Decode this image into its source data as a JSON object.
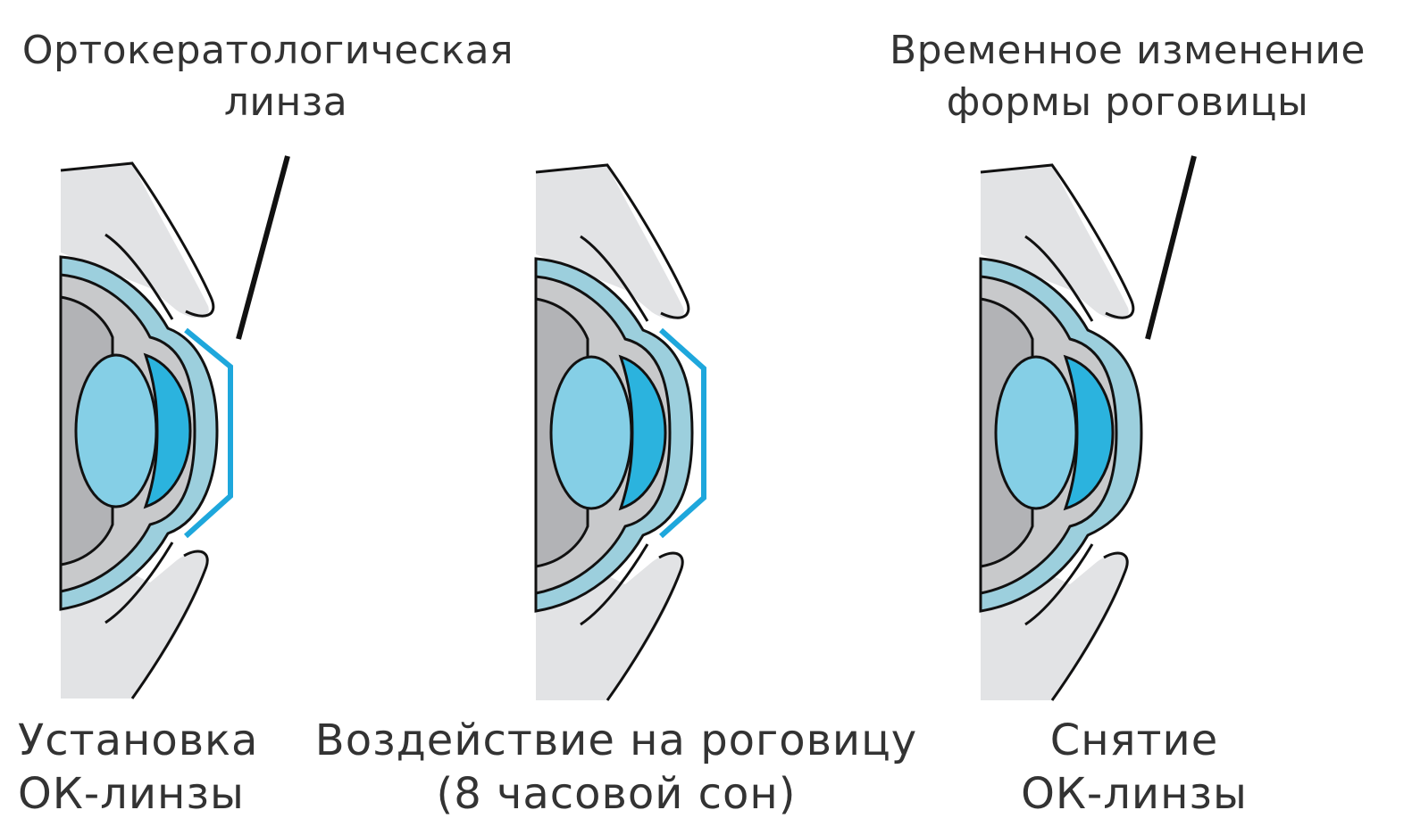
{
  "labels": {
    "lens_line1": "Ортокератологическая",
    "lens_line2": "линза",
    "cornea_line1": "Временное изменение",
    "cornea_line2": "формы роговицы"
  },
  "captions": {
    "step1_line1": "Установка",
    "step1_line2": "ОК-линзы",
    "step2_line1": "Воздействие на роговицу",
    "step2_line2": "(8 часовой сон)",
    "step3_line1": "Снятие",
    "step3_line2": "ОК-линзы"
  },
  "colors": {
    "background": "#ffffff",
    "eyelid": "#e2e3e5",
    "sclera_outer": "#9ccfdd",
    "sclera_inner": "#c8c9cb",
    "vitreous": "#b2b3b6",
    "lens": "#85cfe6",
    "cornea_chamber": "#2bb3de",
    "ok_lens": "#1ea7dc",
    "outline": "#111111"
  }
}
